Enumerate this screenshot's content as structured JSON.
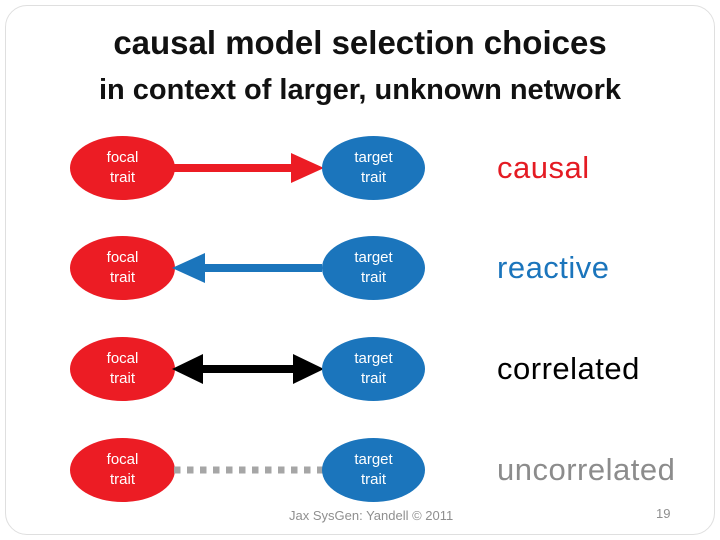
{
  "slide": {
    "title": "causal model selection choices",
    "subtitle": "in context of larger, unknown network"
  },
  "rows": [
    {
      "focal_label": "focal trait",
      "target_label": "target trait",
      "relationship": "causal",
      "connector": "red-arrow-right"
    },
    {
      "focal_label": "focal trait",
      "target_label": "target trait",
      "relationship": "reactive",
      "connector": "blue-arrow-left"
    },
    {
      "focal_label": "focal trait",
      "target_label": "target trait",
      "relationship": "correlated",
      "connector": "black-double-arrow"
    },
    {
      "focal_label": "focal trait",
      "target_label": "target trait",
      "relationship": "uncorrelated",
      "connector": "gray-dotted-line"
    }
  ],
  "footer": {
    "credit": "Jax SysGen: Yandell © 2011",
    "page_number": "19"
  },
  "colors": {
    "focal_node": "#ec1c24",
    "target_node": "#1b75bc",
    "causal_arrow": "#ec1c24",
    "reactive_arrow": "#1b75bc",
    "correlated_arrow": "#000000",
    "uncorrelated_line": "#a6a6a6",
    "causal_label": "#e41b23",
    "reactive_label": "#1b75bc",
    "correlated_label": "#000000",
    "uncorrelated_label": "#8c8c8c",
    "footer_text": "#8f8f8f"
  }
}
